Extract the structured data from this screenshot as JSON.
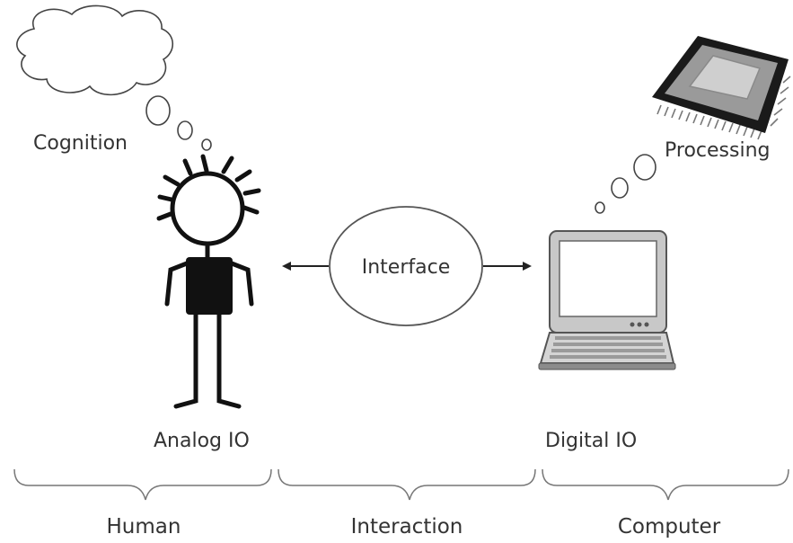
{
  "labels": {
    "cognition": "Cognition",
    "processing": "Processing",
    "interface": "Interface",
    "analog_io": "Analog IO",
    "digital_io": "Digital IO",
    "human": "Human",
    "interaction": "Interaction",
    "computer": "Computer"
  }
}
